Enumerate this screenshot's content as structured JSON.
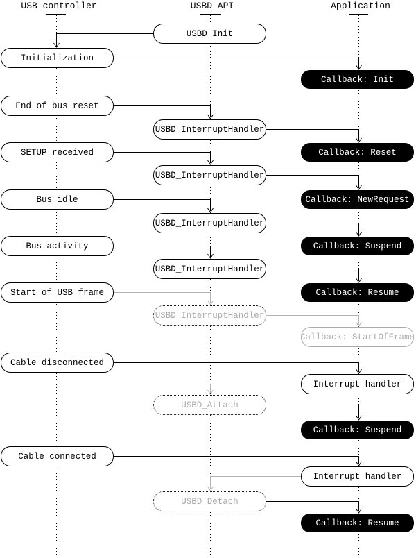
{
  "columns": {
    "usb_controller": {
      "label": "USB controller"
    },
    "usbd_api": {
      "label": "USBD API"
    },
    "application": {
      "label": "Application"
    }
  },
  "nodes": {
    "usbd_init": {
      "label": "USBD_Init"
    },
    "initialization": {
      "label": "Initialization"
    },
    "cb_init": {
      "label": "Callback: Init"
    },
    "end_bus_reset": {
      "label": "End of bus reset"
    },
    "ih1": {
      "label": "USBD_InterruptHandler"
    },
    "cb_reset": {
      "label": "Callback: Reset"
    },
    "setup_received": {
      "label": "SETUP received"
    },
    "ih2": {
      "label": "USBD_InterruptHandler"
    },
    "cb_newrequest": {
      "label": "Callback: NewRequest"
    },
    "bus_idle": {
      "label": "Bus idle"
    },
    "ih3": {
      "label": "USBD_InterruptHandler"
    },
    "cb_suspend1": {
      "label": "Callback: Suspend"
    },
    "bus_activity": {
      "label": "Bus activity"
    },
    "ih4": {
      "label": "USBD_InterruptHandler"
    },
    "cb_resume1": {
      "label": "Callback: Resume"
    },
    "start_of_usb_frame": {
      "label": "Start of USB frame"
    },
    "ih5_ghost": {
      "label": "USBD_InterruptHandler"
    },
    "cb_startofframe": {
      "label": "Callback: StartOfFrame"
    },
    "cable_disconnected": {
      "label": "Cable disconnected"
    },
    "interrupt_handler_a": {
      "label": "Interrupt handler"
    },
    "usbd_attach": {
      "label": "USBD_Attach"
    },
    "cb_suspend2": {
      "label": "Callback: Suspend"
    },
    "cable_connected": {
      "label": "Cable connected"
    },
    "interrupt_handler_b": {
      "label": "Interrupt handler"
    },
    "usbd_detach": {
      "label": "USBD_Detach"
    },
    "cb_resume2": {
      "label": "Callback: Resume"
    }
  },
  "colors": {
    "line_black": "#000000",
    "line_gray": "#b4b4b4",
    "ghost_text_gray": "#ababab",
    "callback_bg": "#000000",
    "callback_text": "#ffffff"
  }
}
